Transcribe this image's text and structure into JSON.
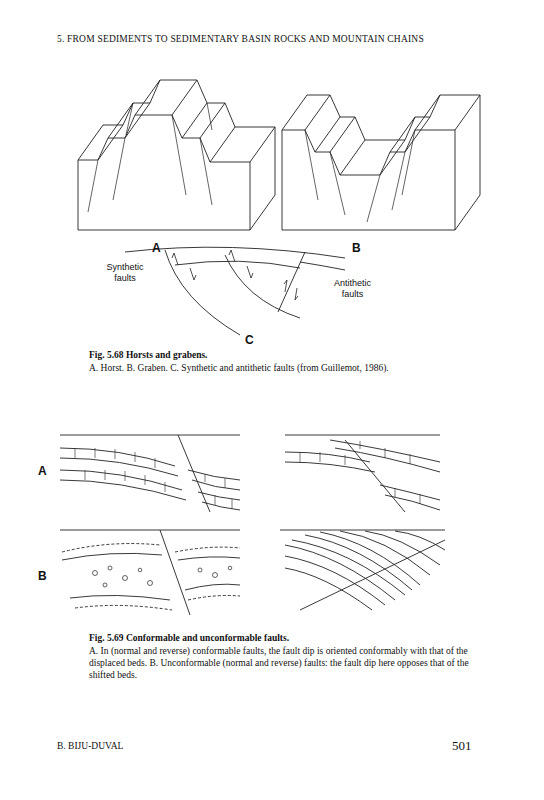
{
  "diagram": {
    "title": "5. FROM SEDIMENTS TO SEDIMENTARY BASIN ROCKS AND MOUNTAIN CHAINS",
    "labels": [
      "A",
      "B",
      "Synthetic faults",
      "Antithetic faults",
      "C",
      "Fig. 5.68 Horsts and grabens.",
      "A. Horst. B. Graben. C. Synthetic and antithetic faults (from Guillemot, 1986).",
      "A",
      "B",
      "Fig. 5.69 Conformable and unconformable faults.",
      "A. In (normal and reverse) conformable faults, the fault dip is oriented conformably with that of the displaced beds. B. Unconformable (normal and reverse) faults: the fault dip here opposes that of the shifted beds.",
      "B. BIJU-DUVAL",
      "501"
    ]
  }
}
